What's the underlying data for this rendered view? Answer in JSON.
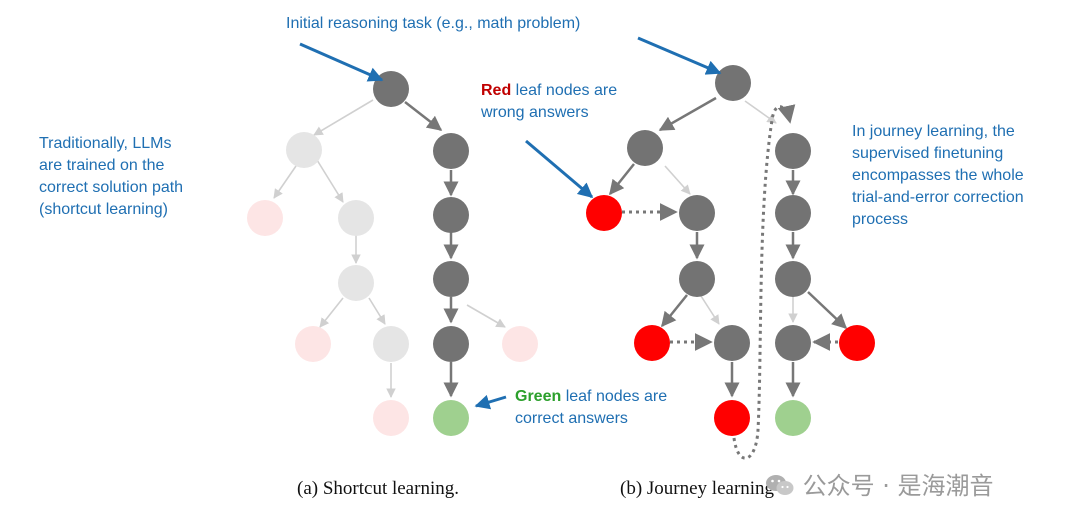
{
  "annotations": {
    "initial_task": "Initial reasoning task (e.g., math problem)",
    "traditional": "Traditionally, LLMs\nare trained on the\ncorrect solution path\n(shortcut learning)",
    "red_emph": "Red",
    "red_rest": " leaf nodes are\nwrong answers",
    "green_emph": "Green",
    "green_rest": " leaf nodes are\ncorrect answers",
    "journey": "In journey learning, the\nsupervised finetuning\nencompasses the whole\ntrial-and-error correction\nprocess"
  },
  "captions": {
    "a": "(a) Shortcut learning.",
    "b": "(b) Journey learning"
  },
  "watermark": "公众号 · 是海潮音",
  "colors": {
    "node_dark": "#737373",
    "node_faded": "#e5e5e5",
    "wrong": "#ff0000",
    "wrong_faded": "#fde5e5",
    "correct": "#9fd08f",
    "annotation_text": "#1f6fb2",
    "arrow": "#1f6fb2"
  }
}
